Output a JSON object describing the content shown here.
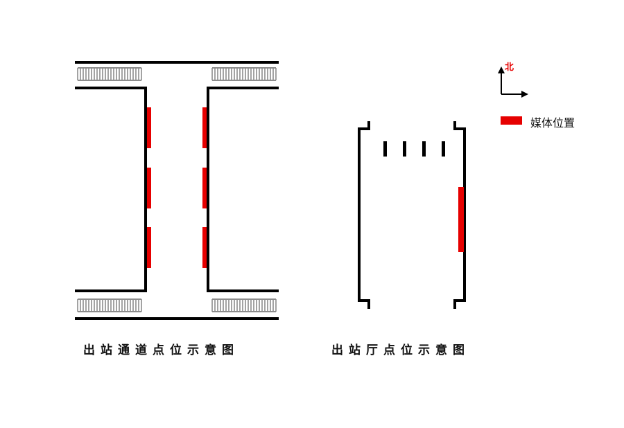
{
  "diagram": {
    "left_caption": "出站通道点位示意图",
    "right_caption": "出站厅点位示意图",
    "north_label": "北",
    "legend_label": "媒体位置",
    "colors": {
      "line": "#000000",
      "media": "#e60000",
      "stair": "#8c8c8c"
    }
  }
}
